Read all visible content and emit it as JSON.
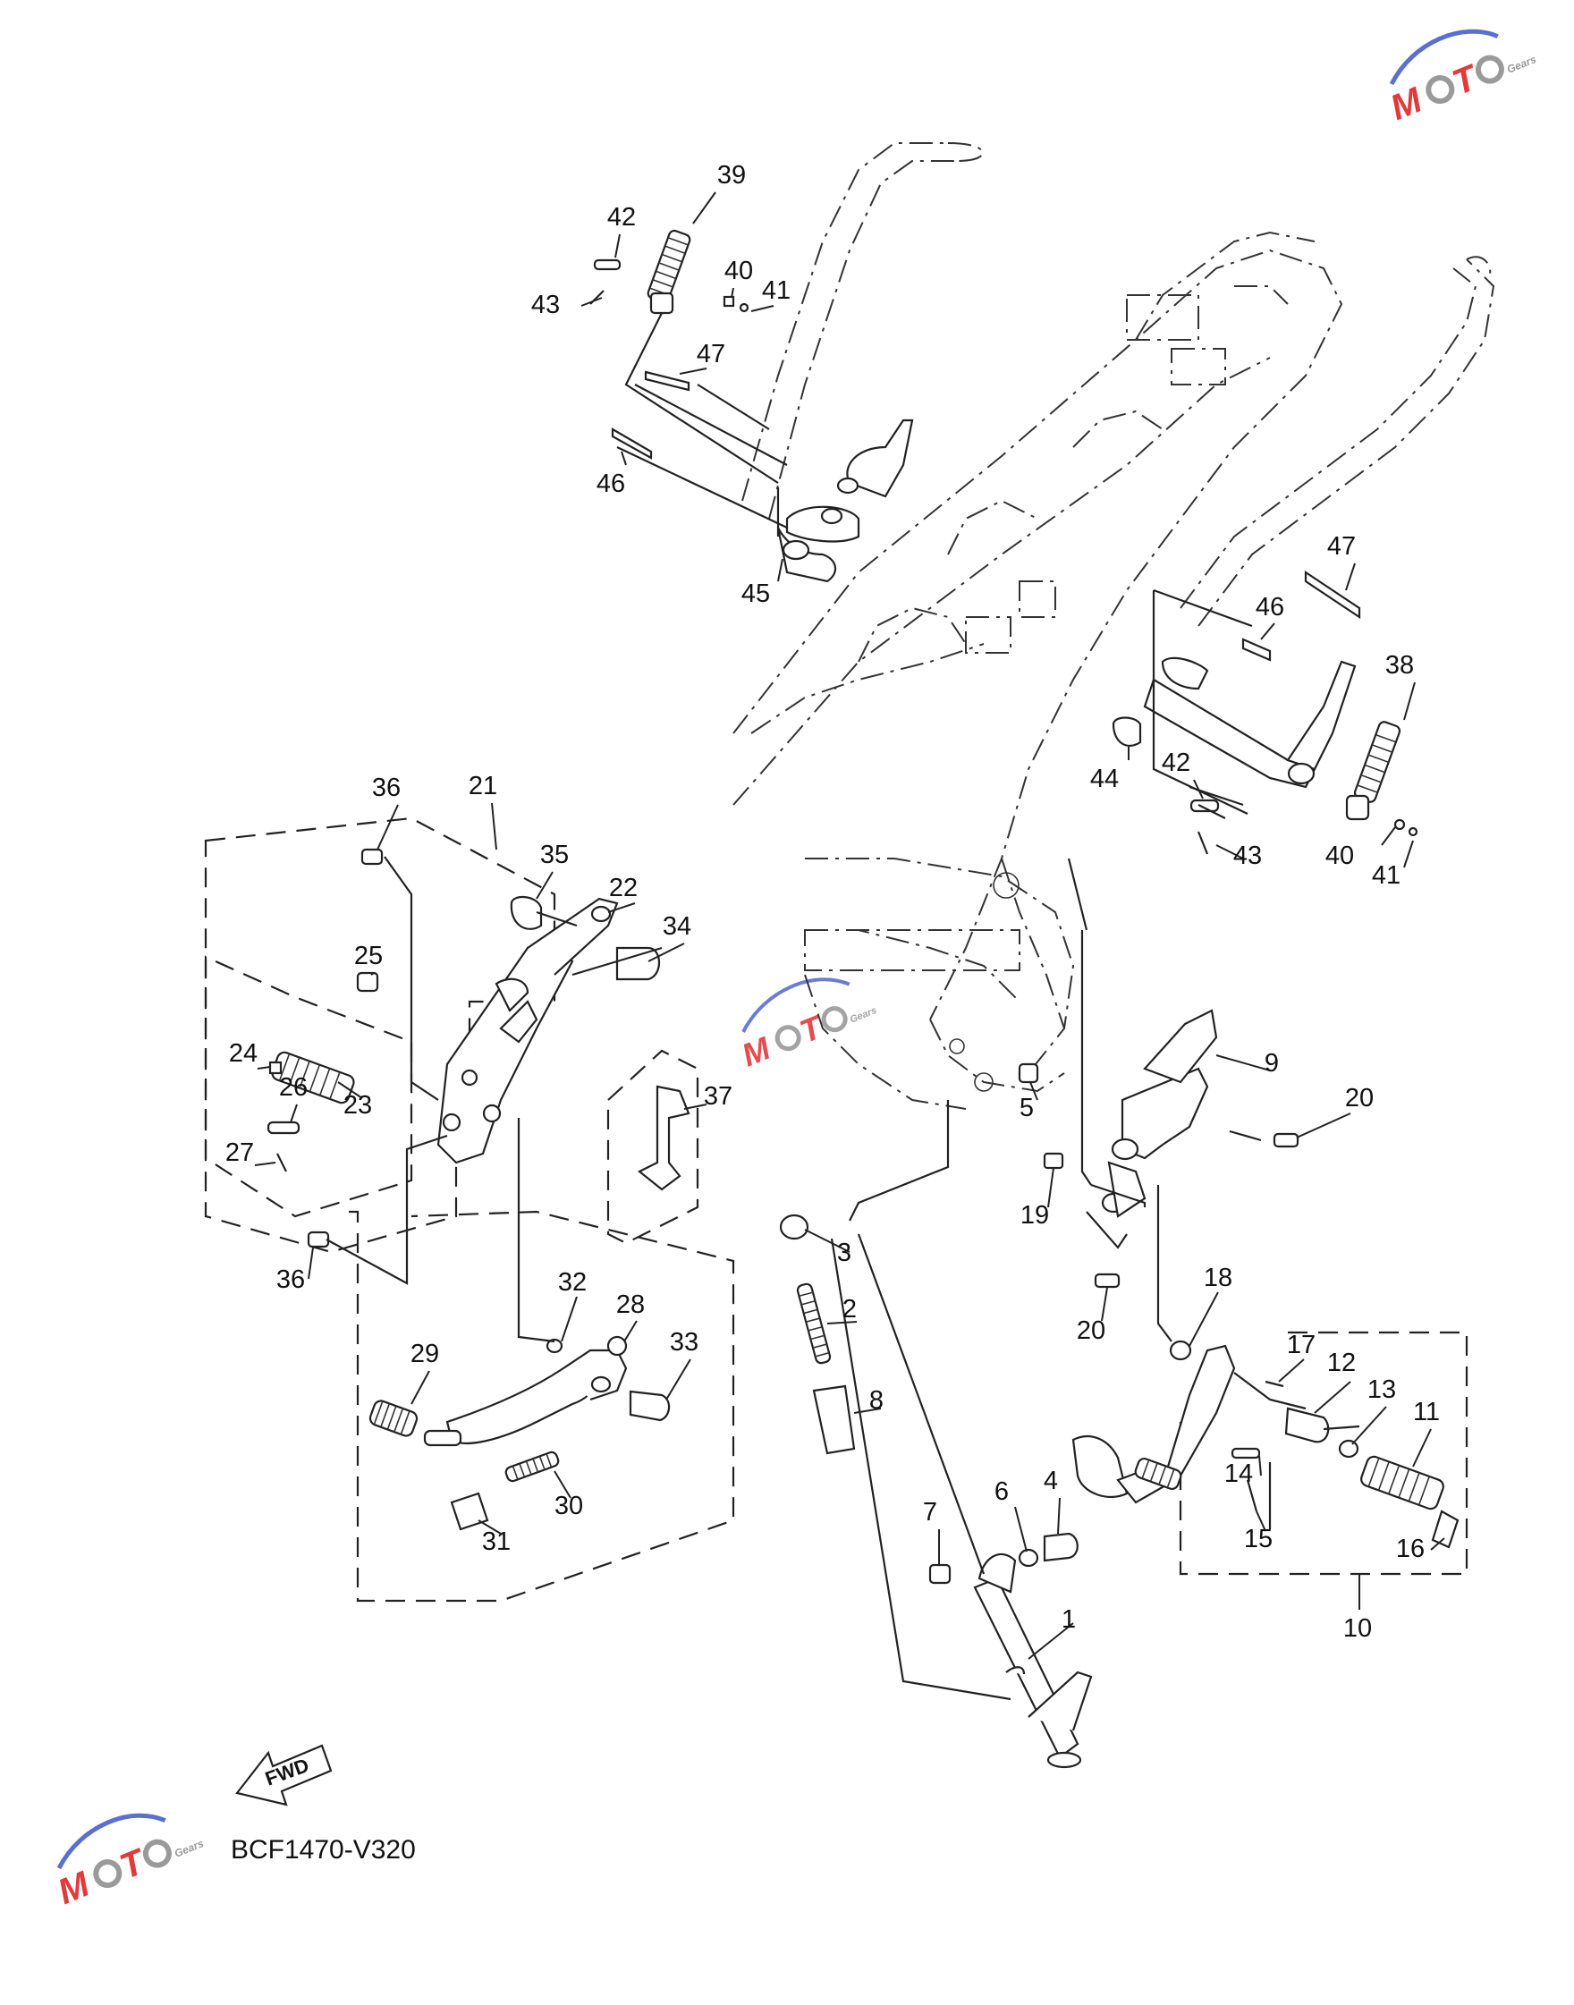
{
  "diagram": {
    "code": "BCF1470-V320",
    "fwd_label": "FWD",
    "watermark": {
      "text": "MOTO",
      "small": "Gears",
      "color_red": "#e23a3a",
      "color_gray": "#9a9a9a",
      "color_blue": "#5a6fd0"
    }
  },
  "callouts": [
    {
      "id": "c39",
      "label": "39"
    },
    {
      "id": "c42a",
      "label": "42"
    },
    {
      "id": "c40a",
      "label": "40"
    },
    {
      "id": "c41a",
      "label": "41"
    },
    {
      "id": "c43a",
      "label": "43"
    },
    {
      "id": "c47a",
      "label": "47"
    },
    {
      "id": "c46a",
      "label": "46"
    },
    {
      "id": "c45",
      "label": "45"
    },
    {
      "id": "c47b",
      "label": "47"
    },
    {
      "id": "c46b",
      "label": "46"
    },
    {
      "id": "c38",
      "label": "38"
    },
    {
      "id": "c44",
      "label": "44"
    },
    {
      "id": "c42b",
      "label": "42"
    },
    {
      "id": "c43b",
      "label": "43"
    },
    {
      "id": "c40b",
      "label": "40"
    },
    {
      "id": "c41b",
      "label": "41"
    },
    {
      "id": "c36a",
      "label": "36"
    },
    {
      "id": "c21",
      "label": "21"
    },
    {
      "id": "c35",
      "label": "35"
    },
    {
      "id": "c22",
      "label": "22"
    },
    {
      "id": "c34",
      "label": "34"
    },
    {
      "id": "c25",
      "label": "25"
    },
    {
      "id": "c24",
      "label": "24"
    },
    {
      "id": "c23",
      "label": "23"
    },
    {
      "id": "c26",
      "label": "26"
    },
    {
      "id": "c27",
      "label": "27"
    },
    {
      "id": "c37",
      "label": "37"
    },
    {
      "id": "c36b",
      "label": "36"
    },
    {
      "id": "c32",
      "label": "32"
    },
    {
      "id": "c28",
      "label": "28"
    },
    {
      "id": "c33",
      "label": "33"
    },
    {
      "id": "c29",
      "label": "29"
    },
    {
      "id": "c30",
      "label": "30"
    },
    {
      "id": "c31",
      "label": "31"
    },
    {
      "id": "c9",
      "label": "9"
    },
    {
      "id": "c20a",
      "label": "20"
    },
    {
      "id": "c5",
      "label": "5"
    },
    {
      "id": "c19",
      "label": "19"
    },
    {
      "id": "c20b",
      "label": "20"
    },
    {
      "id": "c3",
      "label": "3"
    },
    {
      "id": "c2",
      "label": "2"
    },
    {
      "id": "c8",
      "label": "8"
    },
    {
      "id": "c18",
      "label": "18"
    },
    {
      "id": "c17",
      "label": "17"
    },
    {
      "id": "c12",
      "label": "12"
    },
    {
      "id": "c13",
      "label": "13"
    },
    {
      "id": "c11",
      "label": "11"
    },
    {
      "id": "c14",
      "label": "14"
    },
    {
      "id": "c15",
      "label": "15"
    },
    {
      "id": "c16",
      "label": "16"
    },
    {
      "id": "c10",
      "label": "10"
    },
    {
      "id": "c7",
      "label": "7"
    },
    {
      "id": "c6",
      "label": "6"
    },
    {
      "id": "c4",
      "label": "4"
    },
    {
      "id": "c1",
      "label": "1"
    }
  ]
}
